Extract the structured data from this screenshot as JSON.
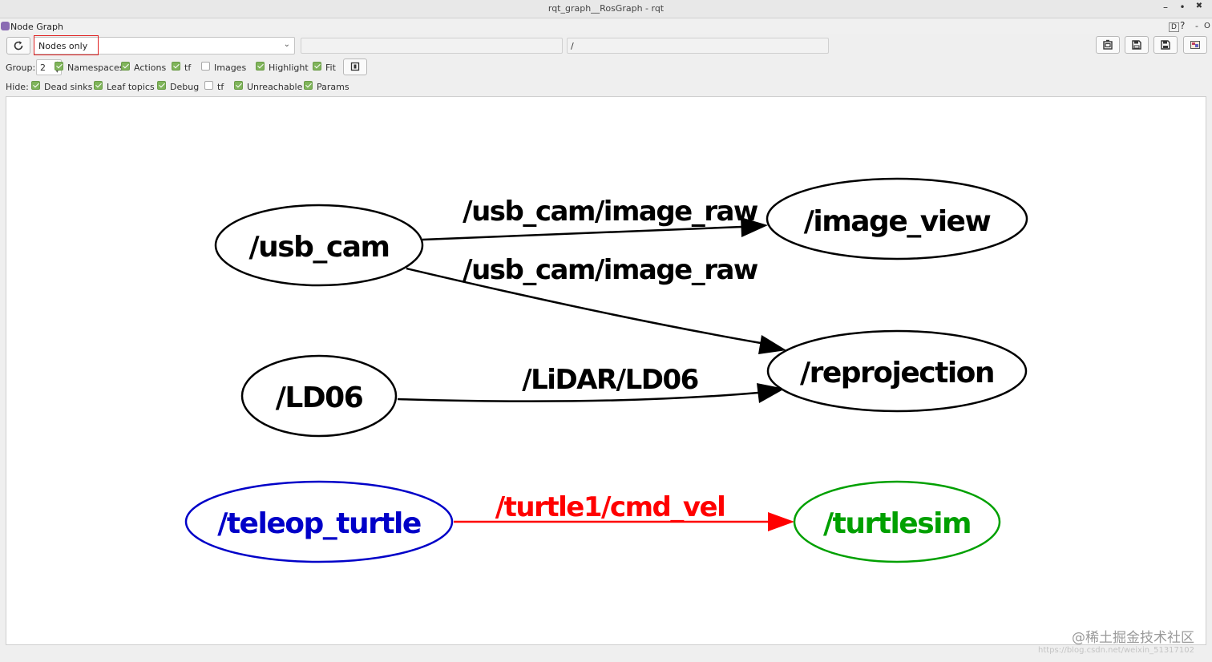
{
  "window": {
    "title": "rqt_graph__RosGraph - rqt",
    "minimize": "–",
    "pin": "•",
    "close": "✖"
  },
  "dock": {
    "title": "Node Graph",
    "d_label": "D",
    "help": "?",
    "minus": "-",
    "close": "O"
  },
  "toolbar": {
    "refresh_icon": "refresh-icon",
    "graph_mode": "Nodes only",
    "node_filter": "",
    "topic_filter": "/"
  },
  "group_row": {
    "label": "Group:",
    "value": "2",
    "options": [
      {
        "label": "Namespaces",
        "checked": true
      },
      {
        "label": "Actions",
        "checked": true
      },
      {
        "label": "tf",
        "checked": true
      },
      {
        "label": "Images",
        "checked": false
      },
      {
        "label": "Highlight",
        "checked": true
      },
      {
        "label": "Fit",
        "checked": true
      }
    ]
  },
  "hide_row": {
    "label": "Hide:",
    "options": [
      {
        "label": "Dead sinks",
        "checked": true
      },
      {
        "label": "Leaf topics",
        "checked": true
      },
      {
        "label": "Debug",
        "checked": true
      },
      {
        "label": "tf",
        "checked": false
      },
      {
        "label": "Unreachable",
        "checked": true
      },
      {
        "label": "Params",
        "checked": true
      }
    ]
  },
  "graph": {
    "nodes": {
      "usb_cam": "/usb_cam",
      "image_view": "/image_view",
      "reprojection": "/reprojection",
      "ld06": "/LD06",
      "teleop_turtle": "/teleop_turtle",
      "turtlesim": "/turtlesim"
    },
    "edges": {
      "usb_to_view": "/usb_cam/image_raw",
      "usb_to_reproj": "/usb_cam/image_raw",
      "ld06_to_reproj": "/LiDAR/LD06",
      "teleop_to_sim": "/turtle1/cmd_vel"
    },
    "colors": {
      "default": "#000000",
      "teleop": "#0000c8",
      "turtlesim": "#00a000",
      "highlight_edge": "#ff0000"
    }
  },
  "watermark": "@稀土掘金技术社区",
  "watermark_url": "https://blog.csdn.net/weixin_51317102"
}
